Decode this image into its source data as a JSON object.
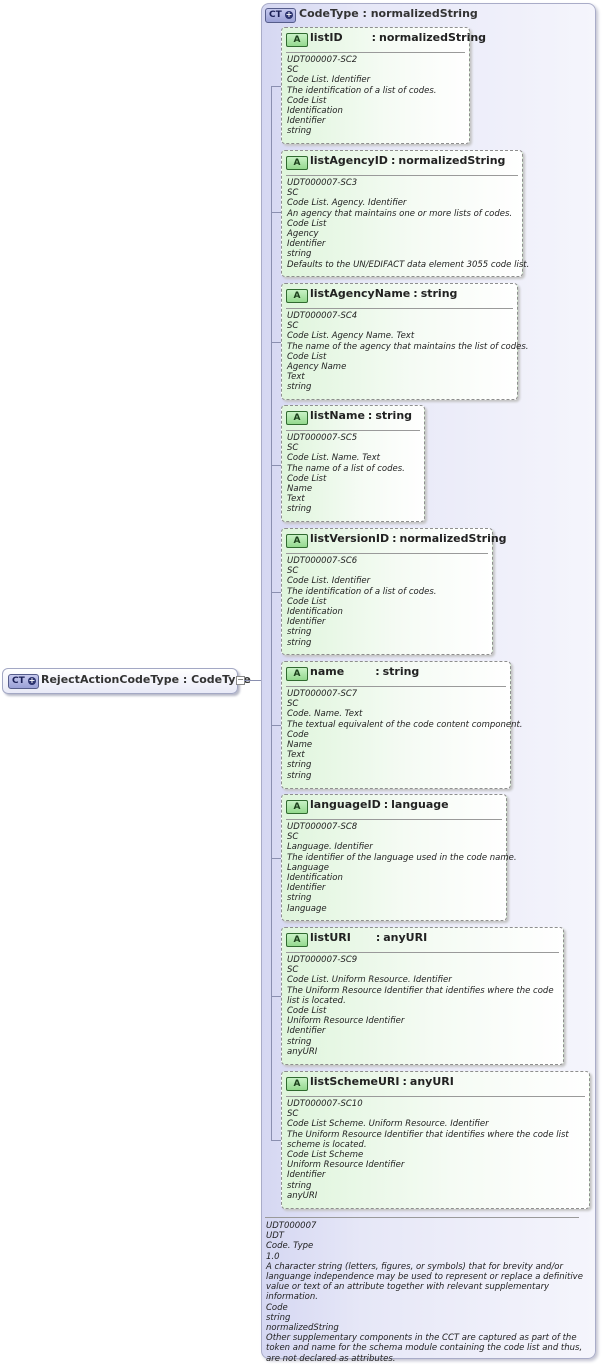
{
  "root": {
    "badge": "CT",
    "title": "RejectActionCodeType : CodeType",
    "collapse_symbol": "−"
  },
  "container": {
    "badge": "CT",
    "title": "CodeType : normalizedString"
  },
  "attributes": [
    {
      "name": "listID",
      "type": "normalizedString",
      "doc": [
        "UDT000007-SC2",
        "SC",
        "Code List. Identifier",
        "The identification of a list of codes.",
        "Code List",
        "Identification",
        "Identifier",
        "string"
      ]
    },
    {
      "name": "listAgencyID",
      "type": "normalizedString",
      "doc": [
        "UDT000007-SC3",
        "SC",
        "Code List. Agency. Identifier",
        "An agency that maintains one or more lists of codes.",
        "Code List",
        "Agency",
        "Identifier",
        "string",
        "Defaults to the UN/EDIFACT data element 3055 code list."
      ]
    },
    {
      "name": "listAgencyName",
      "type": "string",
      "doc": [
        "UDT000007-SC4",
        "SC",
        "Code List. Agency Name. Text",
        "The name of the agency that maintains the list of codes.",
        "Code List",
        "Agency Name",
        "Text",
        "string"
      ]
    },
    {
      "name": "listName",
      "type": "string",
      "doc": [
        "UDT000007-SC5",
        "SC",
        "Code List. Name. Text",
        "The name of a list of codes.",
        "Code List",
        "Name",
        "Text",
        "string"
      ]
    },
    {
      "name": "listVersionID",
      "type": "normalizedString",
      "doc": [
        "UDT000007-SC6",
        "SC",
        "Code List. Identifier",
        "The identification of a list of codes.",
        "Code List",
        "Identification",
        "Identifier",
        "string",
        "string"
      ]
    },
    {
      "name": "name",
      "type": "string",
      "doc": [
        "UDT000007-SC7",
        "SC",
        "Code. Name. Text",
        "The textual equivalent of the code content component.",
        "Code",
        "Name",
        "Text",
        "string",
        "string"
      ]
    },
    {
      "name": "languageID",
      "type": "language",
      "doc": [
        "UDT000007-SC8",
        "SC",
        "Language. Identifier",
        "The identifier of the language used in the code name.",
        "Language",
        "Identification",
        "Identifier",
        "string",
        "language"
      ]
    },
    {
      "name": "listURI",
      "type": "anyURI",
      "doc": [
        "UDT000007-SC9",
        "SC",
        "Code List. Uniform Resource. Identifier",
        "The Uniform Resource Identifier that identifies where the code list is located.",
        "Code List",
        "Uniform Resource Identifier",
        "Identifier",
        "string",
        "anyURI"
      ]
    },
    {
      "name": "listSchemeURI",
      "type": "anyURI",
      "doc": [
        "UDT000007-SC10",
        "SC",
        "Code List Scheme. Uniform Resource. Identifier",
        "The Uniform Resource Identifier that identifies where the code list scheme is located.",
        "Code List Scheme",
        "Uniform Resource Identifier",
        "Identifier",
        "string",
        "anyURI"
      ]
    }
  ],
  "footer_doc": [
    "UDT000007",
    "UDT",
    "Code. Type",
    "1.0",
    "A character string (letters, figures, or symbols) that for brevity and/or languange independence may be used to represent or replace a definitive value or text of an attribute together with relevant supplementary information.",
    "Code",
    "string",
    "normalizedString",
    "Other supplementary components in the CCT are captured as part of the token and name for the schema module containing the code list and thus, are not declared as attributes."
  ]
}
